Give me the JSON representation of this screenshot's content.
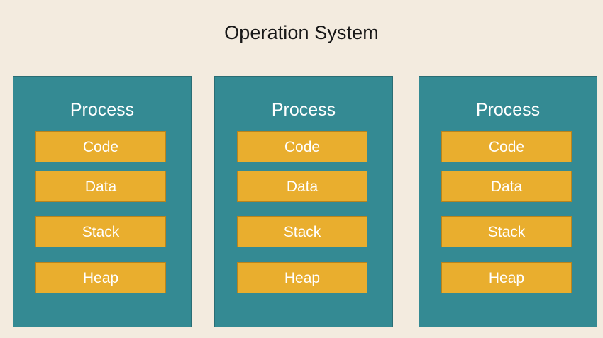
{
  "diagram": {
    "title": "Operation System",
    "background_color": "#f3ebdf",
    "title_color": "#181818",
    "process_color": "#348a93",
    "process_border_color": "#2a6d74",
    "segment_color": "#e9ae2e",
    "segment_border_color": "#b8841d",
    "label_color": "#ffffff",
    "processes": [
      {
        "header": "Process",
        "segments": [
          {
            "label": "Code"
          },
          {
            "label": "Data"
          },
          {
            "label": "Stack"
          },
          {
            "label": "Heap"
          }
        ]
      },
      {
        "header": "Process",
        "segments": [
          {
            "label": "Code"
          },
          {
            "label": "Data"
          },
          {
            "label": "Stack"
          },
          {
            "label": "Heap"
          }
        ]
      },
      {
        "header": "Process",
        "segments": [
          {
            "label": "Code"
          },
          {
            "label": "Data"
          },
          {
            "label": "Stack"
          },
          {
            "label": "Heap"
          }
        ]
      }
    ]
  }
}
